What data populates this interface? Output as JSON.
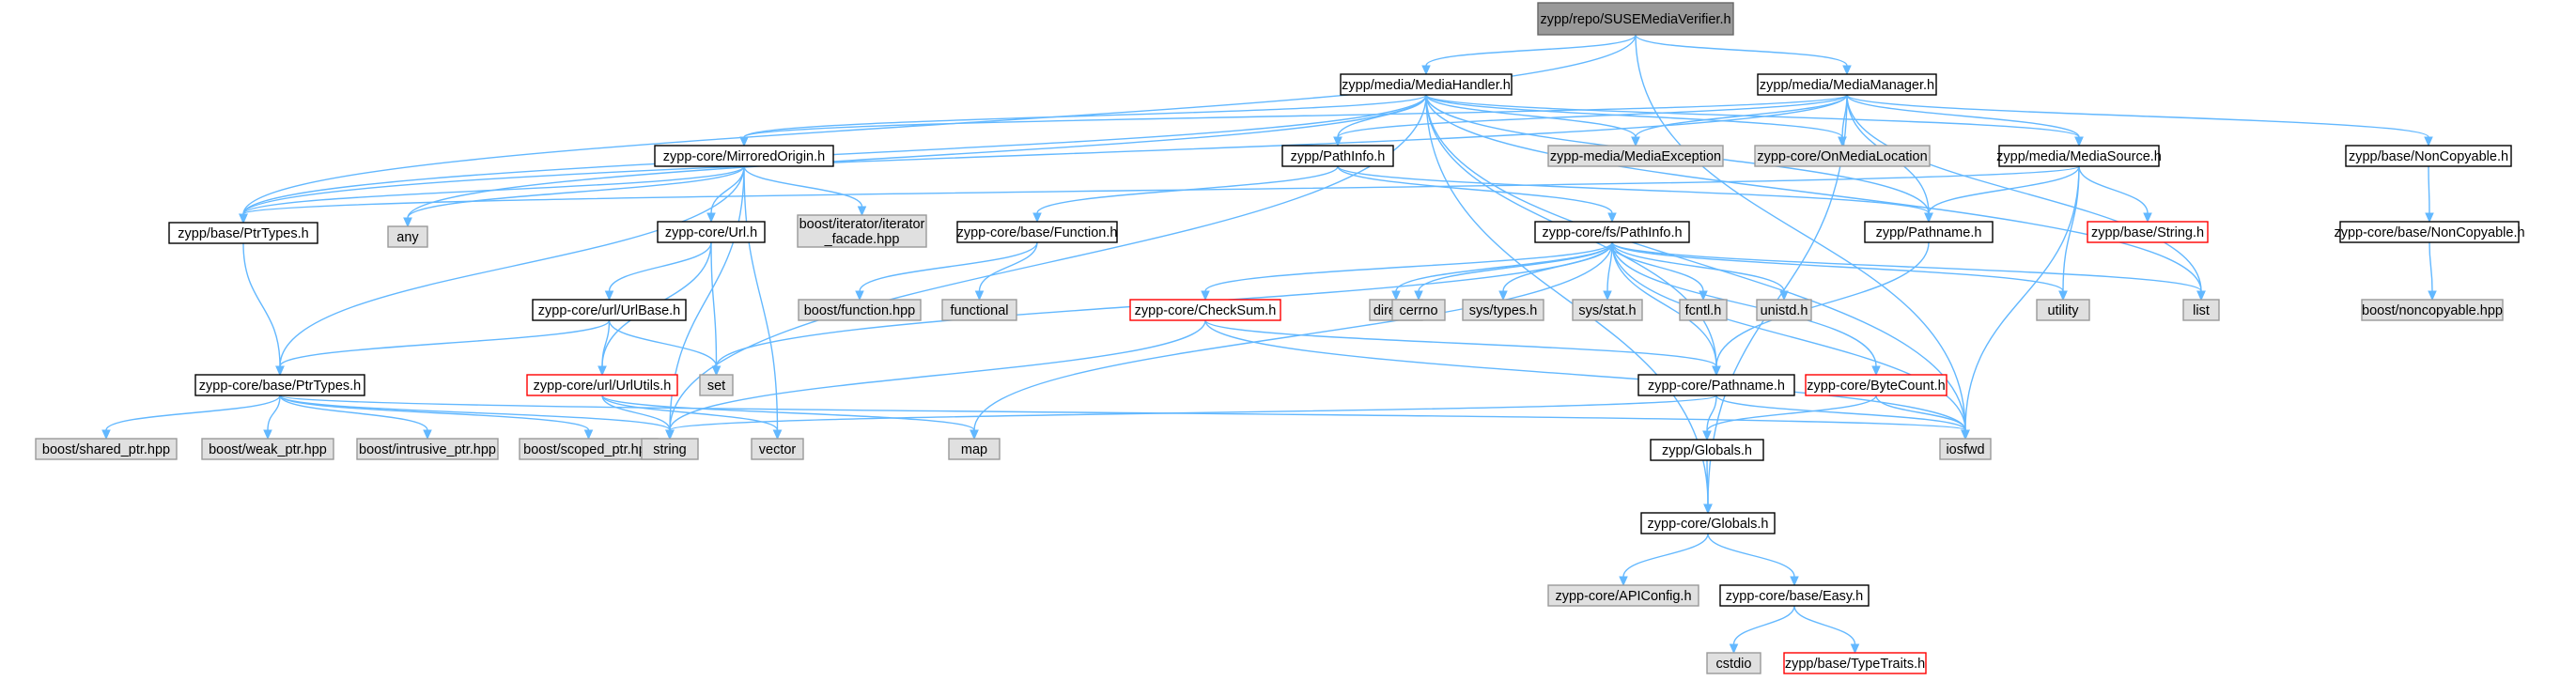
{
  "styles": {
    "root": {
      "fill": "#999999",
      "stroke": "#666666"
    },
    "normal": {
      "fill": "#ffffff",
      "stroke": "#000000"
    },
    "external": {
      "fill": "#e0e0e0",
      "stroke": "#999999"
    },
    "red": {
      "fill": "#ffffff",
      "stroke": "#ff0000"
    },
    "edge_color": "#63b8ff"
  },
  "nodes": [
    {
      "id": "n0",
      "label": "zypp/repo/SUSEMediaVerifier.h",
      "style": "root"
    },
    {
      "id": "n1",
      "label": "zypp/media/MediaHandler.h",
      "style": "normal"
    },
    {
      "id": "n2",
      "label": "zypp/media/MediaManager.h",
      "style": "normal"
    },
    {
      "id": "n3",
      "label": "zypp-core/MirroredOrigin.h",
      "style": "normal"
    },
    {
      "id": "n4",
      "label": "zypp/PathInfo.h",
      "style": "normal"
    },
    {
      "id": "n5",
      "label": "zypp-media/MediaException",
      "style": "external"
    },
    {
      "id": "n6",
      "label": "zypp-core/OnMediaLocation",
      "style": "external"
    },
    {
      "id": "n7",
      "label": "zypp/media/MediaSource.h",
      "style": "normal"
    },
    {
      "id": "n8",
      "label": "zypp/base/NonCopyable.h",
      "style": "normal"
    },
    {
      "id": "n9",
      "label": "zypp/base/PtrTypes.h",
      "style": "normal"
    },
    {
      "id": "n10",
      "label": "any",
      "style": "external"
    },
    {
      "id": "n11",
      "label": "zypp-core/Url.h",
      "style": "normal"
    },
    {
      "id": "n12",
      "label": "boost/iterator/iterator\n_facade.hpp",
      "style": "external"
    },
    {
      "id": "n13",
      "label": "zypp-core/base/Function.h",
      "style": "normal"
    },
    {
      "id": "n14",
      "label": "zypp-core/fs/PathInfo.h",
      "style": "normal"
    },
    {
      "id": "n15",
      "label": "zypp/Pathname.h",
      "style": "normal"
    },
    {
      "id": "n16",
      "label": "zypp/base/String.h",
      "style": "red"
    },
    {
      "id": "n17",
      "label": "zypp-core/base/NonCopyable.h",
      "style": "normal"
    },
    {
      "id": "n18",
      "label": "boost/function.hpp",
      "style": "external"
    },
    {
      "id": "n19",
      "label": "functional",
      "style": "external"
    },
    {
      "id": "n20",
      "label": "zypp-core/url/UrlBase.h",
      "style": "normal"
    },
    {
      "id": "n21",
      "label": "dirent.h",
      "style": "external"
    },
    {
      "id": "n22",
      "label": "cerrno",
      "style": "external"
    },
    {
      "id": "n23",
      "label": "sys/types.h",
      "style": "external"
    },
    {
      "id": "n24",
      "label": "sys/stat.h",
      "style": "external"
    },
    {
      "id": "n25",
      "label": "fcntl.h",
      "style": "external"
    },
    {
      "id": "n26",
      "label": "unistd.h",
      "style": "external"
    },
    {
      "id": "n27",
      "label": "utility",
      "style": "external"
    },
    {
      "id": "n28",
      "label": "list",
      "style": "external"
    },
    {
      "id": "n29",
      "label": "boost/noncopyable.hpp",
      "style": "external"
    },
    {
      "id": "n30",
      "label": "zypp-core/CheckSum.h",
      "style": "red"
    },
    {
      "id": "n31",
      "label": "zypp-core/base/PtrTypes.h",
      "style": "normal"
    },
    {
      "id": "n32",
      "label": "zypp-core/url/UrlUtils.h",
      "style": "red"
    },
    {
      "id": "n33",
      "label": "set",
      "style": "external"
    },
    {
      "id": "n34",
      "label": "zypp-core/Pathname.h",
      "style": "normal"
    },
    {
      "id": "n35",
      "label": "zypp-core/ByteCount.h",
      "style": "red"
    },
    {
      "id": "n36",
      "label": "boost/shared_ptr.hpp",
      "style": "external"
    },
    {
      "id": "n37",
      "label": "boost/weak_ptr.hpp",
      "style": "external"
    },
    {
      "id": "n38",
      "label": "boost/intrusive_ptr.hpp",
      "style": "external"
    },
    {
      "id": "n39",
      "label": "boost/scoped_ptr.hpp",
      "style": "external"
    },
    {
      "id": "n40",
      "label": "string",
      "style": "external"
    },
    {
      "id": "n41",
      "label": "vector",
      "style": "external"
    },
    {
      "id": "n42",
      "label": "map",
      "style": "external"
    },
    {
      "id": "n43",
      "label": "zypp/Globals.h",
      "style": "normal"
    },
    {
      "id": "n44",
      "label": "iosfwd",
      "style": "external"
    },
    {
      "id": "n45",
      "label": "zypp-core/Globals.h",
      "style": "normal"
    },
    {
      "id": "n46",
      "label": "zypp-core/APIConfig.h",
      "style": "external"
    },
    {
      "id": "n47",
      "label": "zypp-core/base/Easy.h",
      "style": "normal"
    },
    {
      "id": "n48",
      "label": "cstdio",
      "style": "external"
    },
    {
      "id": "n49",
      "label": "zypp/base/TypeTraits.h",
      "style": "red"
    }
  ],
  "edges": [
    [
      "n0",
      "n1"
    ],
    [
      "n0",
      "n2"
    ],
    [
      "n0",
      "n9"
    ],
    [
      "n0",
      "n44"
    ],
    [
      "n1",
      "n3"
    ],
    [
      "n1",
      "n4"
    ],
    [
      "n1",
      "n5"
    ],
    [
      "n1",
      "n6"
    ],
    [
      "n1",
      "n7"
    ],
    [
      "n1",
      "n9"
    ],
    [
      "n1",
      "n10"
    ],
    [
      "n1",
      "n15"
    ],
    [
      "n1",
      "n28"
    ],
    [
      "n1",
      "n45"
    ],
    [
      "n1",
      "n40"
    ],
    [
      "n1",
      "n34"
    ],
    [
      "n1",
      "n44"
    ],
    [
      "n2",
      "n3"
    ],
    [
      "n2",
      "n4"
    ],
    [
      "n2",
      "n5"
    ],
    [
      "n2",
      "n6"
    ],
    [
      "n2",
      "n7"
    ],
    [
      "n2",
      "n8"
    ],
    [
      "n2",
      "n9"
    ],
    [
      "n2",
      "n15"
    ],
    [
      "n2",
      "n28"
    ],
    [
      "n2",
      "n45"
    ],
    [
      "n3",
      "n9"
    ],
    [
      "n3",
      "n10"
    ],
    [
      "n3",
      "n11"
    ],
    [
      "n3",
      "n12"
    ],
    [
      "n3",
      "n31"
    ],
    [
      "n3",
      "n40"
    ],
    [
      "n3",
      "n41"
    ],
    [
      "n4",
      "n13"
    ],
    [
      "n4",
      "n14"
    ],
    [
      "n4",
      "n15"
    ],
    [
      "n7",
      "n9"
    ],
    [
      "n7",
      "n15"
    ],
    [
      "n7",
      "n16"
    ],
    [
      "n7",
      "n27"
    ],
    [
      "n7",
      "n44"
    ],
    [
      "n8",
      "n17"
    ],
    [
      "n17",
      "n29"
    ],
    [
      "n9",
      "n31"
    ],
    [
      "n11",
      "n20"
    ],
    [
      "n11",
      "n32"
    ],
    [
      "n11",
      "n33"
    ],
    [
      "n13",
      "n18"
    ],
    [
      "n13",
      "n19"
    ],
    [
      "n14",
      "n21"
    ],
    [
      "n14",
      "n22"
    ],
    [
      "n14",
      "n23"
    ],
    [
      "n14",
      "n24"
    ],
    [
      "n14",
      "n25"
    ],
    [
      "n14",
      "n26"
    ],
    [
      "n14",
      "n27"
    ],
    [
      "n14",
      "n28"
    ],
    [
      "n14",
      "n30"
    ],
    [
      "n14",
      "n33"
    ],
    [
      "n14",
      "n34"
    ],
    [
      "n14",
      "n35"
    ],
    [
      "n14",
      "n42"
    ],
    [
      "n14",
      "n44"
    ],
    [
      "n15",
      "n34"
    ],
    [
      "n20",
      "n31"
    ],
    [
      "n20",
      "n32"
    ],
    [
      "n20",
      "n33"
    ],
    [
      "n30",
      "n34"
    ],
    [
      "n30",
      "n40"
    ],
    [
      "n30",
      "n44"
    ],
    [
      "n31",
      "n36"
    ],
    [
      "n31",
      "n37"
    ],
    [
      "n31",
      "n38"
    ],
    [
      "n31",
      "n39"
    ],
    [
      "n31",
      "n40"
    ],
    [
      "n31",
      "n44"
    ],
    [
      "n32",
      "n40"
    ],
    [
      "n32",
      "n41"
    ],
    [
      "n32",
      "n42"
    ],
    [
      "n34",
      "n40"
    ],
    [
      "n34",
      "n43"
    ],
    [
      "n34",
      "n44"
    ],
    [
      "n35",
      "n43"
    ],
    [
      "n35",
      "n44"
    ],
    [
      "n43",
      "n45"
    ],
    [
      "n45",
      "n46"
    ],
    [
      "n45",
      "n47"
    ],
    [
      "n47",
      "n48"
    ],
    [
      "n47",
      "n49"
    ]
  ]
}
